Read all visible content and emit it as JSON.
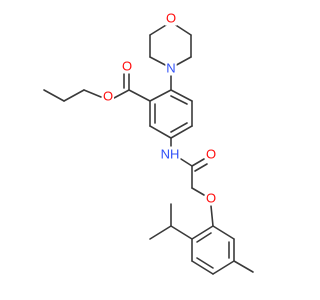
{
  "molecule": {
    "atoms": [
      {
        "id": "o_morpholine",
        "text": "O",
        "color": "#ff0d0d"
      },
      {
        "id": "n_morpholine",
        "text": "N",
        "color": "#3050f8"
      },
      {
        "id": "o_carbonyl_ester",
        "text": "O",
        "color": "#ff0d0d"
      },
      {
        "id": "o_ester",
        "text": "O",
        "color": "#ff0d0d"
      },
      {
        "id": "o_carbonyl_amide",
        "text": "O",
        "color": "#ff0d0d"
      },
      {
        "id": "nh_amide",
        "text": "NH",
        "color": "#3050f8"
      },
      {
        "id": "o_ether",
        "text": "O",
        "color": "#ff0d0d"
      }
    ]
  }
}
